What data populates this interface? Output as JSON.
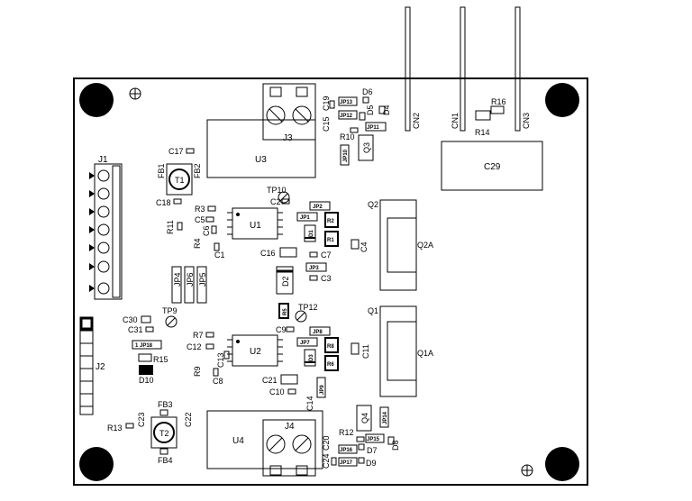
{
  "board_outline": "pcb-outline",
  "labels": {
    "J1": "J1",
    "J2": "J2",
    "J3": "J3",
    "J4": "J4",
    "U1": "U1",
    "U2": "U2",
    "U3": "U3",
    "U4": "U4",
    "T1": "T1",
    "T2": "T2",
    "Q1": "Q1",
    "Q2": "Q2",
    "Q3": "Q3",
    "Q4": "Q4",
    "Q1A": "Q1A",
    "Q2A": "Q2A",
    "C1": "C1",
    "C2": "C2",
    "C3": "C3",
    "C4": "C4",
    "C5": "C5",
    "C6": "C6",
    "C7": "C7",
    "C8": "C8",
    "C9": "C9",
    "C10": "C10",
    "C11": "C11",
    "C12": "C12",
    "C13": "C13",
    "C14": "C14",
    "C15": "C15",
    "C16": "C16",
    "C17": "C17",
    "C18": "C18",
    "C19": "C19",
    "C20": "C20",
    "C21": "C21",
    "C22": "C22",
    "C23": "C23",
    "C24": "C24",
    "C29": "C29",
    "C30": "C30",
    "C31": "C31",
    "R1": "R1",
    "R2": "R2",
    "R3": "R3",
    "R4": "R4",
    "R5": "R5",
    "R6": "R6",
    "R7": "R7",
    "R8": "R8",
    "R9": "R9",
    "R10": "R10",
    "R11": "R11",
    "R12": "R12",
    "R13": "R13",
    "R14": "R14",
    "R15": "R15",
    "R16": "R16",
    "D1": "D1",
    "D2": "D2",
    "D3": "D3",
    "D4": "D4",
    "D5": "D5",
    "D6": "D6",
    "D7": "D7",
    "D8": "D8",
    "D9": "D9",
    "D10": "D10",
    "FB1": "FB1",
    "FB2": "FB2",
    "FB3": "FB3",
    "FB4": "FB4",
    "TP9": "TP9",
    "TP10": "TP10",
    "TP12": "TP12",
    "JP1": "JP1",
    "JP2": "JP2",
    "JP3": "JP3",
    "JP4": "JP4",
    "JP5": "JP5",
    "JP6": "JP6",
    "JP7": "JP7",
    "JP8": "JP8",
    "JP9": "JP9",
    "JP10": "JP10",
    "JP11": "JP11",
    "JP12": "JP12",
    "JP13": "JP13",
    "JP14": "JP14",
    "JP15": "JP15",
    "JP16": "JP16",
    "JP17": "JP17",
    "JP18": "1 JP18",
    "CN1": "CN1",
    "CN2": "CN2",
    "CN3": "CN3"
  }
}
